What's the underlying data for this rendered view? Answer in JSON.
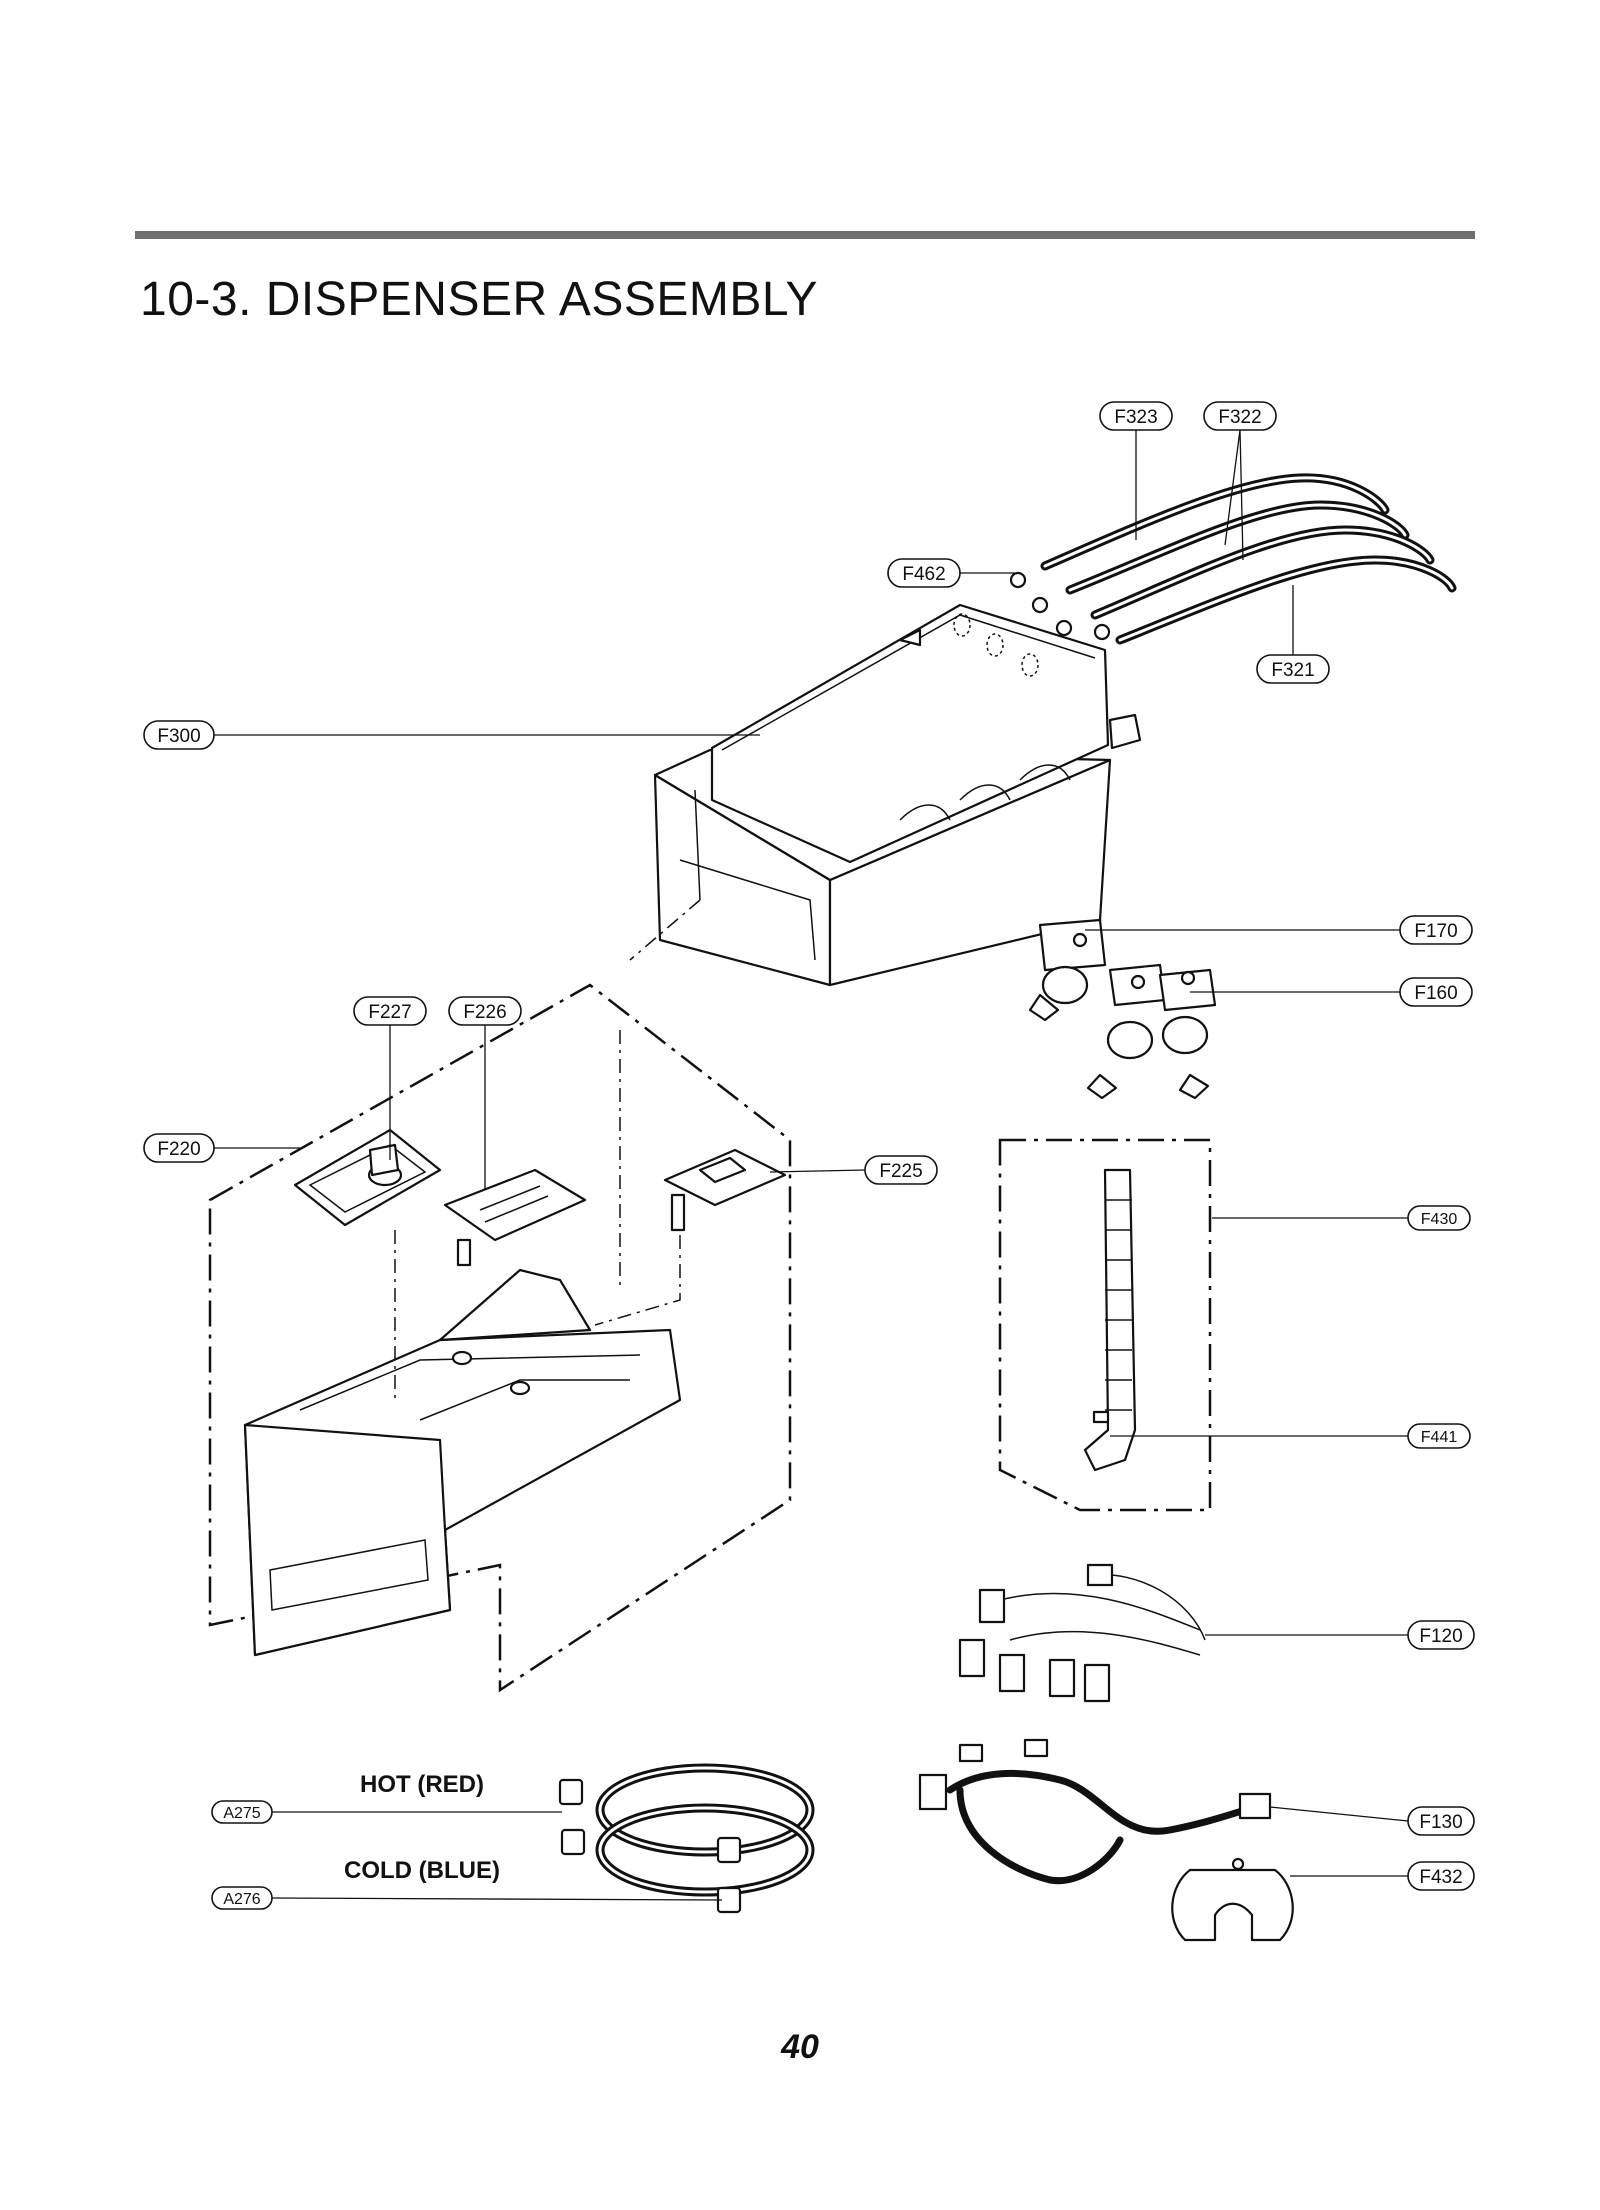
{
  "title": "10-3. DISPENSER ASSEMBLY",
  "page_number": "40",
  "labels": {
    "hot": "HOT (RED)",
    "cold": "COLD (BLUE)"
  },
  "callouts": {
    "f323": "F323",
    "f322": "F322",
    "f462": "F462",
    "f321": "F321",
    "f300": "F300",
    "f170": "F170",
    "f160": "F160",
    "f227": "F227",
    "f226": "F226",
    "f220": "F220",
    "f225": "F225",
    "f430": "F430",
    "f441": "F441",
    "f120": "F120",
    "f130": "F130",
    "f432": "F432",
    "a275": "A275",
    "a276": "A276"
  }
}
